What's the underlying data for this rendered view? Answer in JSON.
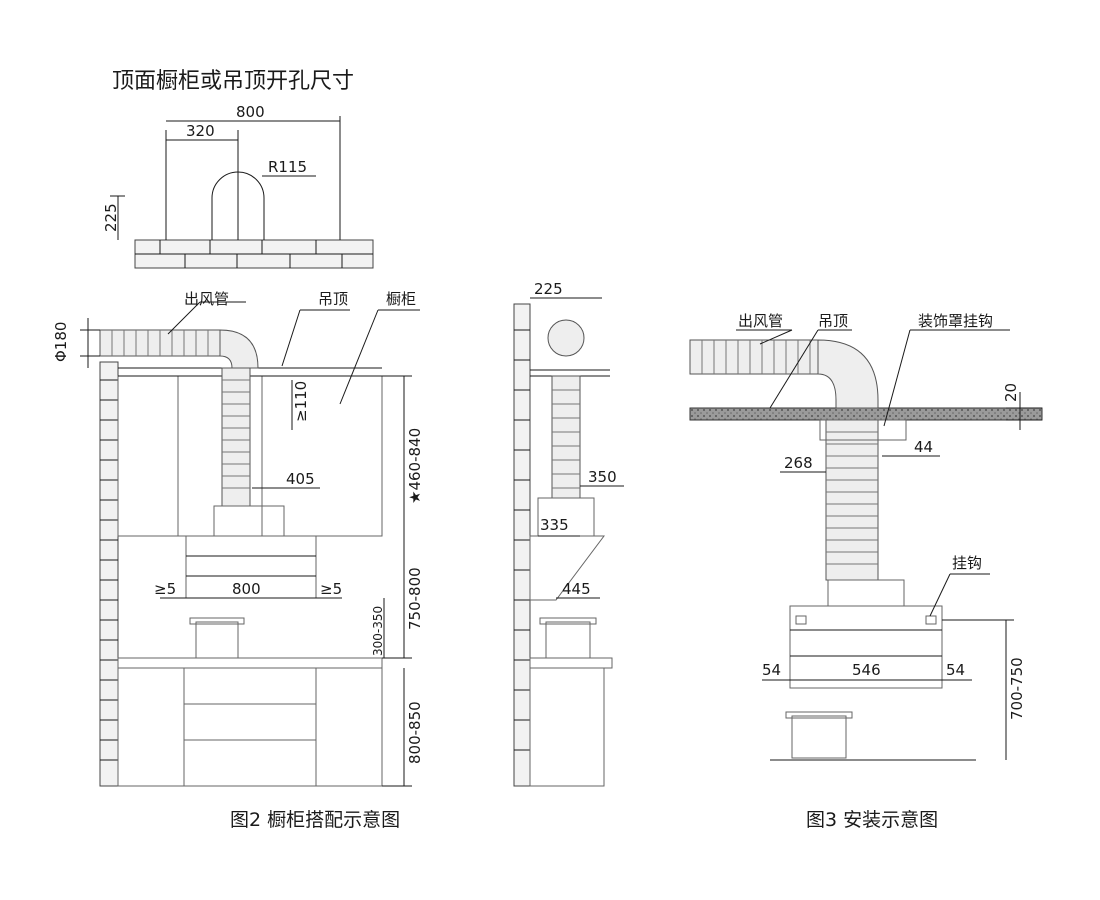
{
  "title": "顶面橱柜或吊顶开孔尺寸",
  "captions": {
    "fig2": "图2  橱柜搭配示意图",
    "fig3": "图3  安装示意图"
  },
  "top_view": {
    "width_total": "800",
    "offset": "320",
    "radius": "R115",
    "height": "225"
  },
  "fig2": {
    "labels": {
      "duct": "出风管",
      "ceiling": "吊顶",
      "cabinet": "橱柜"
    },
    "dims": {
      "pipe_dia": "Φ180",
      "gap_top": "≥110",
      "depth": "405",
      "cabinet_range": "★460-840",
      "hood_width": "800",
      "gap_left": "≥5",
      "gap_right": "≥5",
      "hood_height": "750-800",
      "pot_height": "300-350",
      "counter_height": "800-850"
    }
  },
  "side": {
    "dims": {
      "top": "225",
      "mid": "350",
      "box": "335",
      "bottom": "445"
    }
  },
  "fig3": {
    "labels": {
      "duct": "出风管",
      "ceiling": "吊顶",
      "deco_hook": "装饰罩挂钩",
      "hook": "挂钩"
    },
    "dims": {
      "ceiling_thick": "20",
      "hook_w": "44",
      "cover_w": "268",
      "left": "54",
      "center": "546",
      "right": "54",
      "height": "700-750"
    }
  }
}
